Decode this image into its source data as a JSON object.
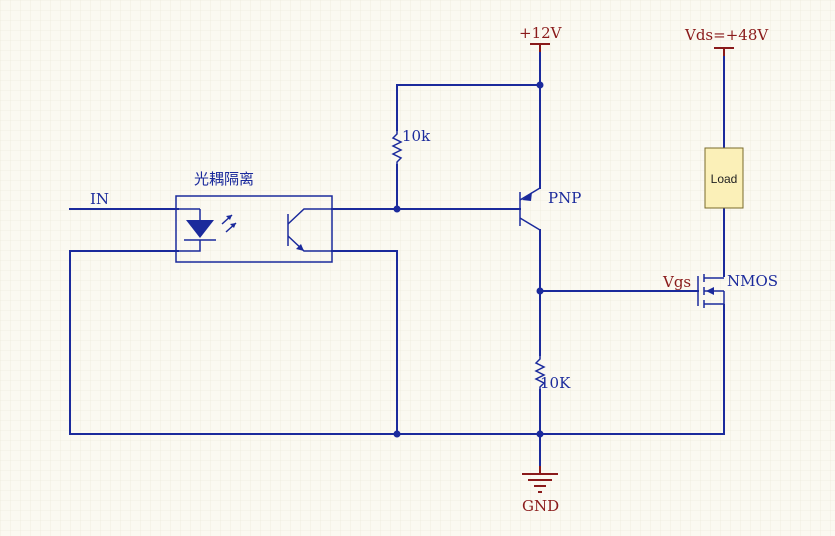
{
  "labels": {
    "vcc": "+12V",
    "vds": "Vds=+48V",
    "input": "IN",
    "isolation": "光耦隔离",
    "r1": "10k",
    "r2": "10K",
    "pnp": "PNP",
    "nmos": "NMOS",
    "vgs": "Vgs",
    "load": "Load",
    "gnd": "GND"
  },
  "colors": {
    "wire": "#1b2a9c",
    "power": "#8a1a1a",
    "load_fill": "#fbf0b8",
    "grid": "#e9e5d6",
    "background": "#fbf9f1"
  },
  "icons": {
    "optocoupler": "optocoupler-icon",
    "led": "led-icon",
    "phototransistor": "phototransistor-icon",
    "pnp": "pnp-transistor-icon",
    "nmos": "nmos-mosfet-icon",
    "resistor": "resistor-icon",
    "ground": "ground-icon",
    "power": "power-port-icon"
  }
}
